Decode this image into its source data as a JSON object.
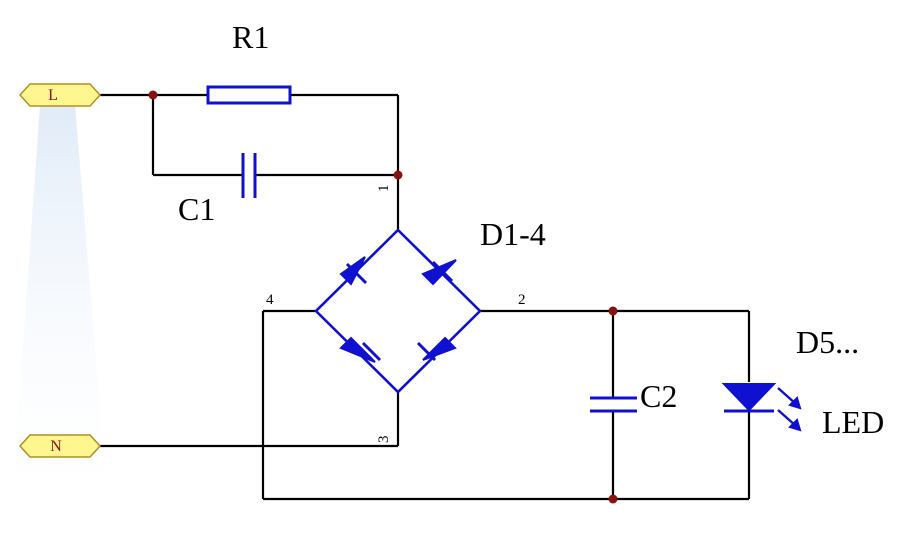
{
  "ports": {
    "line": "L",
    "neutral": "N"
  },
  "components": {
    "resistor": "R1",
    "capacitor_series": "C1",
    "bridge": "D1-4",
    "capacitor_filter": "C2",
    "led_ref": "D5...",
    "led_label": "LED"
  },
  "pins": {
    "p1": "1",
    "p2": "2",
    "p3": "3",
    "p4": "4"
  },
  "colors": {
    "wire": "#000000",
    "component": "#1010d0",
    "junction": "#8b1010",
    "port_fill": "#fff68f"
  }
}
